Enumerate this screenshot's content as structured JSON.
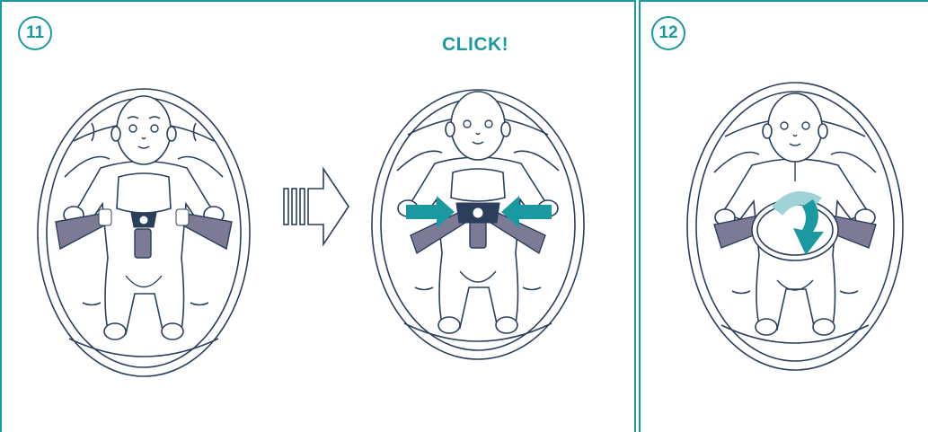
{
  "steps": [
    {
      "number": "11"
    },
    {
      "number": "12"
    }
  ],
  "click_label": "CLICK!",
  "icons": {
    "progress_arrow": "outlined-striped-arrow-right",
    "push_arrows": "solid-teal-arrows-pointing-inward",
    "fold_arrow": "curved-teal-arrow-down"
  },
  "colors": {
    "accent": "#1a9aa0",
    "strap": "#7c7a95",
    "line": "#2b3f5c"
  }
}
